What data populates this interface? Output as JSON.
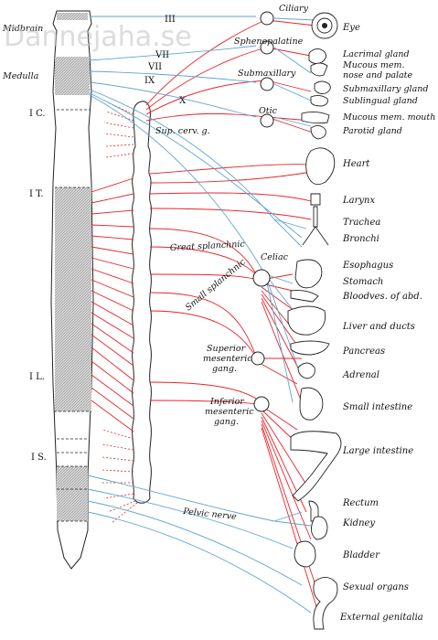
{
  "watermark": "Dannejaha.se",
  "cord_labels": {
    "midbrain": "Midbrain",
    "medulla": "Medulla",
    "ic": "I C.",
    "it": "I T.",
    "il": "I L.",
    "is": "I S."
  },
  "cranial_nerves": {
    "iii": "III",
    "vii_a": "VII",
    "vii_b": "VII",
    "ix": "IX",
    "x": "X"
  },
  "ganglia": {
    "ciliary": "Ciliary",
    "sphenopalatine": "Sphenopalatine",
    "submaxillary": "Submaxillary",
    "otic": "Otic",
    "sup_cerv": "Sup. cerv. g.",
    "great_splanchnic": "Great splanchnic",
    "celiac": "Celiac",
    "small_splanchnic": "Small splanchnic",
    "superior_mesenteric_1": "Superior",
    "superior_mesenteric_2": "mesenteric",
    "superior_mesenteric_3": "gang.",
    "inferior_mesenteric_1": "Inferior",
    "inferior_mesenteric_2": "mesenteric",
    "inferior_mesenteric_3": "gang.",
    "pelvic_nerve": "Pelvic nerve"
  },
  "organs": {
    "eye": "Eye",
    "lacrimal": "Lacrimal gland",
    "mucous_nose_1": "Mucous mem.",
    "mucous_nose_2": "nose and palate",
    "submaxillary_gland": "Submaxillary gland",
    "sublingual_gland": "Sublingual gland",
    "mucous_mouth": "Mucous mem. mouth",
    "parotid": "Parotid gland",
    "heart": "Heart",
    "larynx": "Larynx",
    "trachea": "Trachea",
    "bronchi": "Bronchi",
    "esophagus": "Esophagus",
    "stomach": "Stomach",
    "bloodves": "Bloodves. of abd.",
    "liver": "Liver and ducts",
    "pancreas": "Pancreas",
    "adrenal": "Adrenal",
    "small_intestine": "Small intestine",
    "large_intestine": "Large intestine",
    "rectum": "Rectum",
    "kidney": "Kidney",
    "bladder": "Bladder",
    "sexual_organs": "Sexual organs",
    "external_genitalia": "External genitalia"
  },
  "colors": {
    "sympathetic": "#e8242a",
    "parasympathetic": "#5da6cf",
    "outline": "#222222",
    "hatch": "#9a9a9a"
  }
}
